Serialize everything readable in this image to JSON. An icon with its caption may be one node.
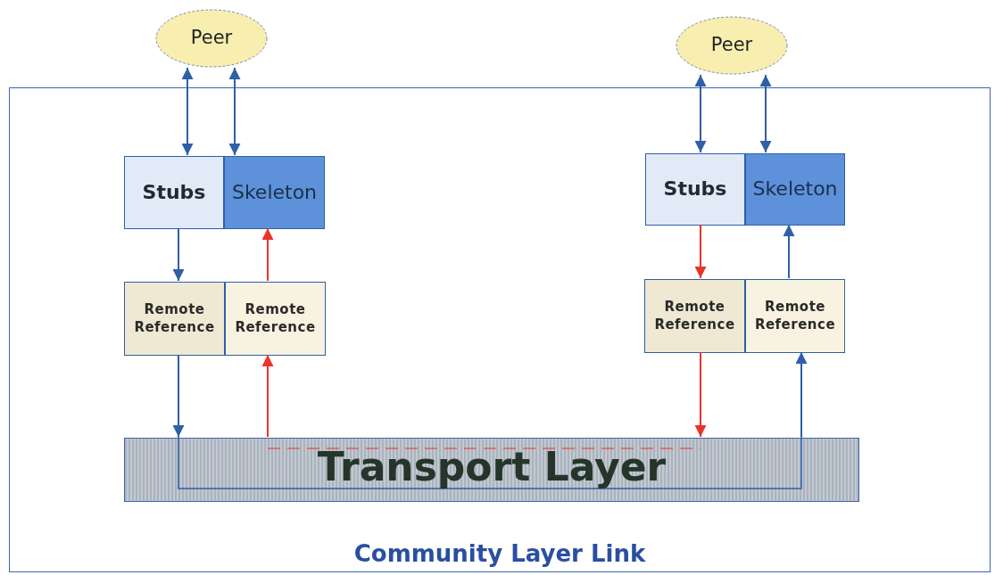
{
  "diagram": {
    "nodes": [
      {
        "text": [
          "Community Layer Link"
        ]
      },
      {
        "text": [
          "Peer"
        ]
      },
      {
        "text": [
          "Peer"
        ]
      },
      {
        "text": [
          "Stubs"
        ],
        "in": 0
      },
      {
        "text": [
          "Skeleton"
        ],
        "in": 0
      },
      {
        "text": [
          "Stubs"
        ],
        "in": 0
      },
      {
        "text": [
          "Skeleton"
        ],
        "in": 0
      },
      {
        "text": [
          "Remote Reference"
        ],
        "in": 0
      },
      {
        "text": [
          "Remote Reference"
        ],
        "in": 0
      },
      {
        "text": [
          "Remote Reference"
        ],
        "in": 0
      },
      {
        "text": [
          "Remote Reference"
        ],
        "in": 0
      },
      {
        "text": [
          "Transport Layer"
        ],
        "in": 0
      }
    ],
    "edges": [
      {
        "from": 1,
        "to": 3,
        "arrow": "both"
      },
      {
        "from": 1,
        "to": 4,
        "arrow": "both"
      },
      {
        "from": 2,
        "to": 5,
        "arrow": "both"
      },
      {
        "from": 2,
        "to": 6,
        "arrow": "both"
      },
      {
        "from": 3,
        "to": 7,
        "arrow": "to"
      },
      {
        "from": 8,
        "to": 4,
        "arrow": "to",
        "color": "#e8352a"
      },
      {
        "from": 5,
        "to": 9,
        "arrow": "to",
        "color": "#e8352a"
      },
      {
        "from": 10,
        "to": 6,
        "arrow": "to"
      },
      {
        "from": 7,
        "to": 11,
        "arrow": "to"
      },
      {
        "from": 11,
        "to": 8,
        "arrow": "to",
        "color": "#e8352a"
      },
      {
        "from": 9,
        "to": 11,
        "arrow": "to",
        "color": "#e8352a"
      },
      {
        "from": 11,
        "to": 10,
        "arrow": "to"
      }
    ]
  }
}
